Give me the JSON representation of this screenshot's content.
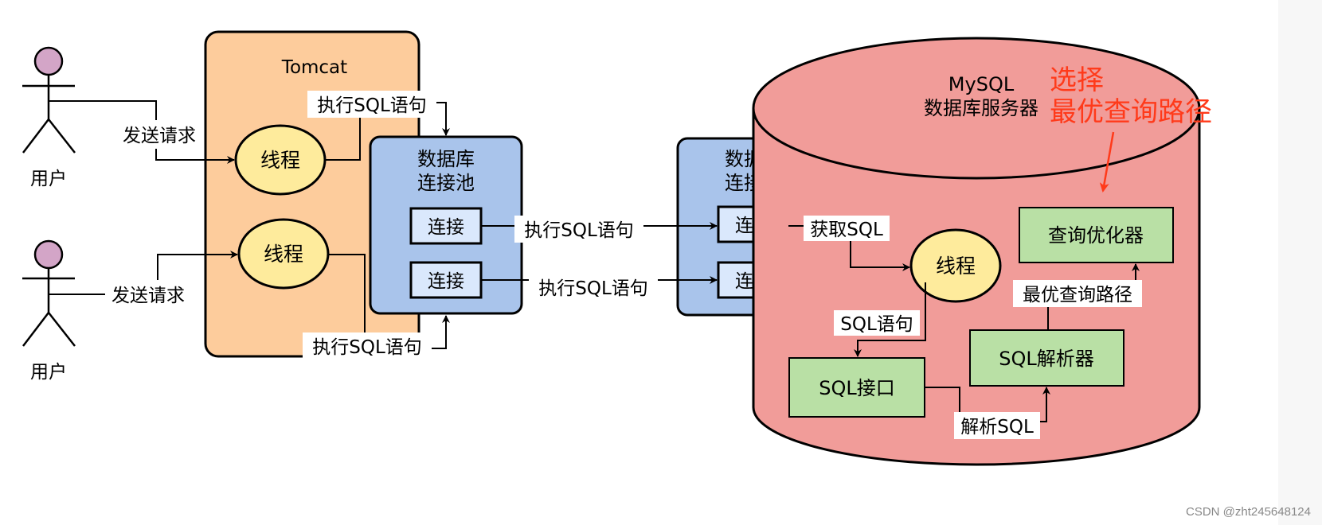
{
  "users": [
    "用户",
    "用户"
  ],
  "tomcat": {
    "title": "Tomcat",
    "threads": [
      "线程",
      "线程"
    ]
  },
  "pool_left": {
    "title": [
      "数据库",
      "连接池"
    ],
    "connections": [
      "连接",
      "连接"
    ]
  },
  "pool_right": {
    "title": [
      "数据库",
      "连接池"
    ],
    "connections": [
      "连接",
      "连接"
    ]
  },
  "mysql": {
    "title": [
      "MySQL",
      "数据库服务器"
    ],
    "thread": "线程",
    "sql_interface": "SQL接口",
    "sql_parser": "SQL解析器",
    "optimizer": "查询优化器"
  },
  "labels": {
    "send_request_1": "发送请求",
    "send_request_2": "发送请求",
    "exec_sql_top": "执行SQL语句",
    "exec_sql_bottom": "执行SQL语句",
    "exec_sql_mid_1": "执行SQL语句",
    "exec_sql_mid_2": "执行SQL语句",
    "get_sql": "获取SQL",
    "sql_statement": "SQL语句",
    "parse_sql": "解析SQL",
    "best_path": "最优查询路径"
  },
  "annotation": [
    "选择",
    "最优查询路径"
  ],
  "watermark": "CSDN @zht245648124",
  "colors": {
    "tomcat_bg": "#fdcc9c",
    "pool_bg": "#a9c4eb",
    "conn_bg": "#dae8fc",
    "thread_bg": "#feeb9c",
    "user_head": "#d3a5c7",
    "mysql_bg": "#f19c99",
    "component_bg": "#b9e0a5",
    "annotation": "#ff3a1a"
  }
}
